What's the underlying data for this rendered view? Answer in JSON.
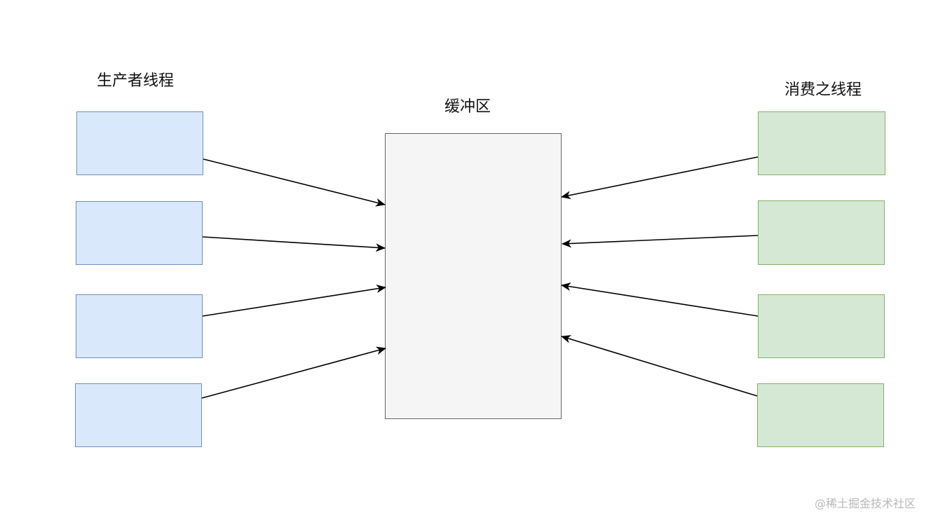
{
  "labels": {
    "producers": "生产者线程",
    "buffer": "缓冲区",
    "consumers": "消费之线程"
  },
  "watermark": "@稀土掘金技术社区",
  "colors": {
    "producer_fill": "#dae8fc",
    "producer_stroke": "#6c8ebf",
    "consumer_fill": "#d5e8d4",
    "consumer_stroke": "#82b366",
    "buffer_fill": "#f5f5f5",
    "buffer_stroke": "#666666",
    "arrow": "#000000"
  },
  "producers": [
    {
      "id": "producer-1"
    },
    {
      "id": "producer-2"
    },
    {
      "id": "producer-3"
    },
    {
      "id": "producer-4"
    }
  ],
  "consumers": [
    {
      "id": "consumer-1"
    },
    {
      "id": "consumer-2"
    },
    {
      "id": "consumer-3"
    },
    {
      "id": "consumer-4"
    }
  ],
  "edges": [
    {
      "from": "producer-1",
      "to": "buffer"
    },
    {
      "from": "producer-2",
      "to": "buffer"
    },
    {
      "from": "producer-3",
      "to": "buffer"
    },
    {
      "from": "producer-4",
      "to": "buffer"
    },
    {
      "from": "consumer-1",
      "to": "buffer"
    },
    {
      "from": "consumer-2",
      "to": "buffer"
    },
    {
      "from": "consumer-3",
      "to": "buffer"
    },
    {
      "from": "consumer-4",
      "to": "buffer"
    }
  ]
}
